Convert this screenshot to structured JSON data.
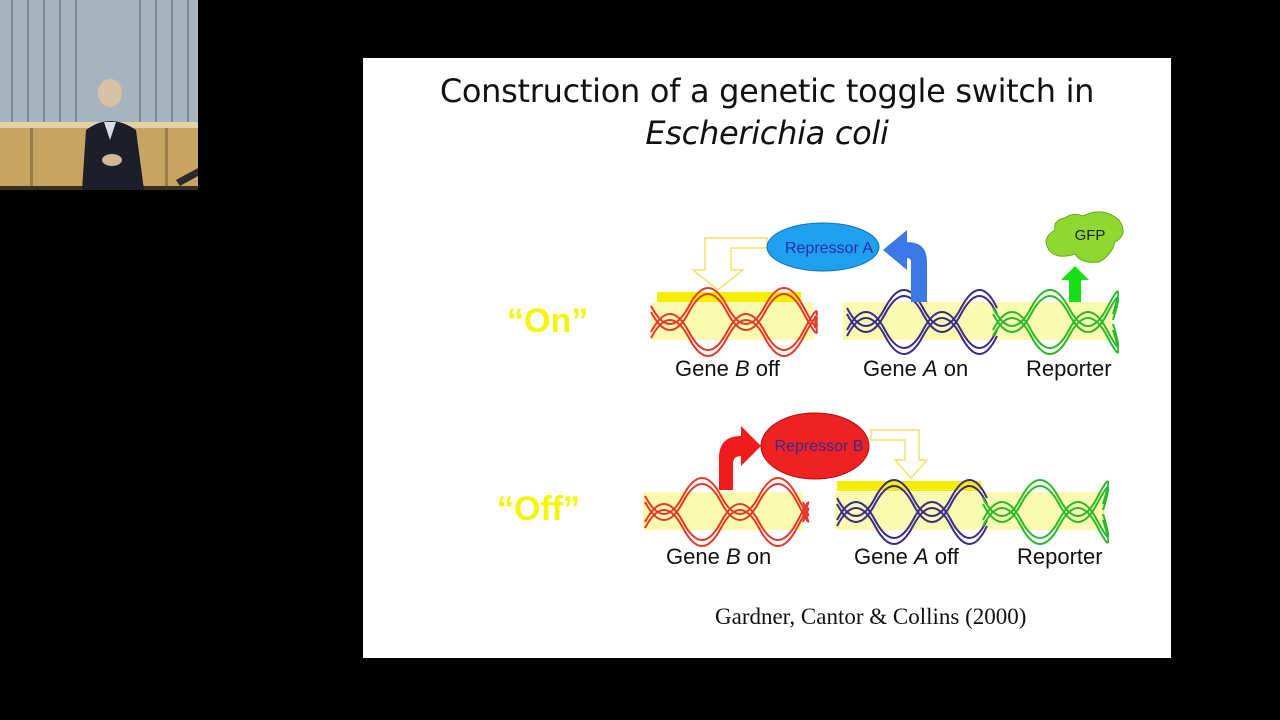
{
  "slide": {
    "title_line1": "Construction of a genetic toggle switch in",
    "title_line2": "Escherichia coli",
    "citation": "Gardner, Cantor & Collins (2000)"
  },
  "on_state": {
    "label": "“On”",
    "repressor": "Repressor A",
    "reporter_protein": "GFP",
    "gene_b": {
      "name": "Gene ",
      "letter": "B",
      "status": " off"
    },
    "gene_a": {
      "name": "Gene ",
      "letter": "A",
      "status": " on"
    },
    "reporter": "Reporter"
  },
  "off_state": {
    "label": "“Off”",
    "repressor": "Repressor B",
    "gene_b": {
      "name": "Gene ",
      "letter": "B",
      "status": " on"
    },
    "gene_a": {
      "name": "Gene ",
      "letter": "A",
      "status": " off"
    },
    "reporter": "Reporter"
  },
  "colors": {
    "gene_b": "#e8382a",
    "gene_a": "#3a2a8a",
    "reporter": "#2bb82b",
    "repressor_a": "#1ea0ef",
    "repressor_b": "#ee2222",
    "gfp": "#8fd82f",
    "operator_bar": "#f5ee00",
    "dna_background": "#fafab0",
    "state_label": "#f5f50a"
  }
}
